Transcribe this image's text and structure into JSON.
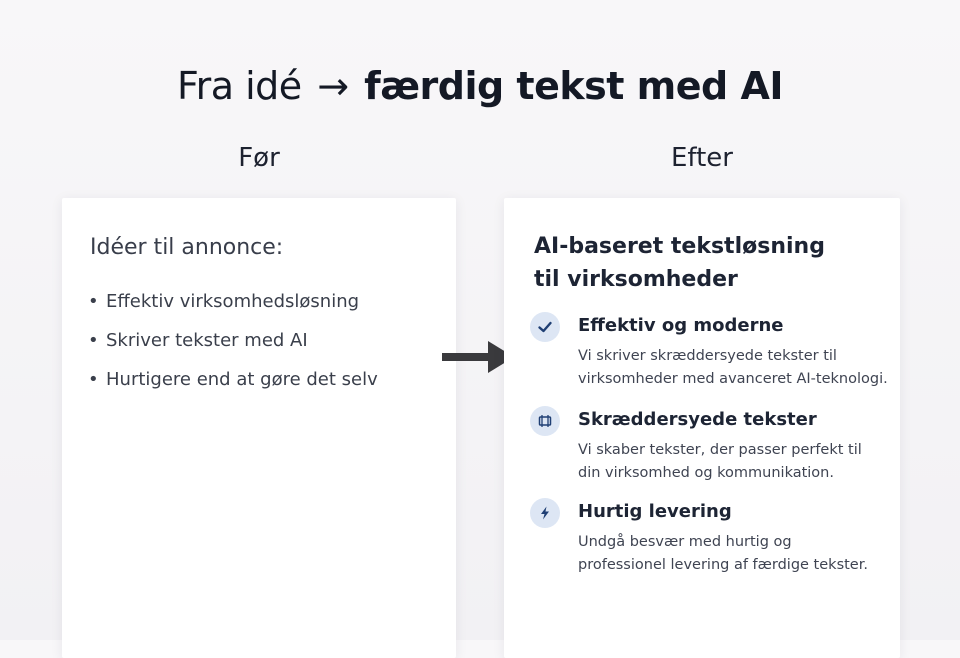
{
  "title": {
    "light": "Fra idé",
    "arrow": "→",
    "bold": "færdig tekst med AI"
  },
  "columns": {
    "before_label": "Før",
    "after_label": "Efter"
  },
  "before_card": {
    "heading": "Idéer til annonce:",
    "bullets": [
      "Effektiv virksomhedsløsning",
      "Skriver tekster med AI",
      "Hurtigere end at gøre det selv"
    ]
  },
  "after_card": {
    "heading_line1": "AI-baseret tekstløsning",
    "heading_line2": "til virksomheder",
    "features": [
      {
        "icon": "check-icon",
        "title": "Effektiv og moderne",
        "desc_line1": "Vi skriver skræddersyede tekster til",
        "desc_line2": "virksomheder med avanceret AI-teknologi."
      },
      {
        "icon": "tailor-icon",
        "title": "Skræddersyede tekster",
        "desc_line1": "Vi skaber tekster, der passer perfekt til",
        "desc_line2": "din virksomhed og kommunikation."
      },
      {
        "icon": "lightning-icon",
        "title": "Hurtig levering",
        "desc_line1": "Undgå besvær med hurtig og",
        "desc_line2": "professionel levering af færdige tekster."
      }
    ]
  },
  "colors": {
    "icon_fill": "#1f3f74",
    "icon_bg": "#dde6f4",
    "arrow": "#3a3a3d"
  }
}
